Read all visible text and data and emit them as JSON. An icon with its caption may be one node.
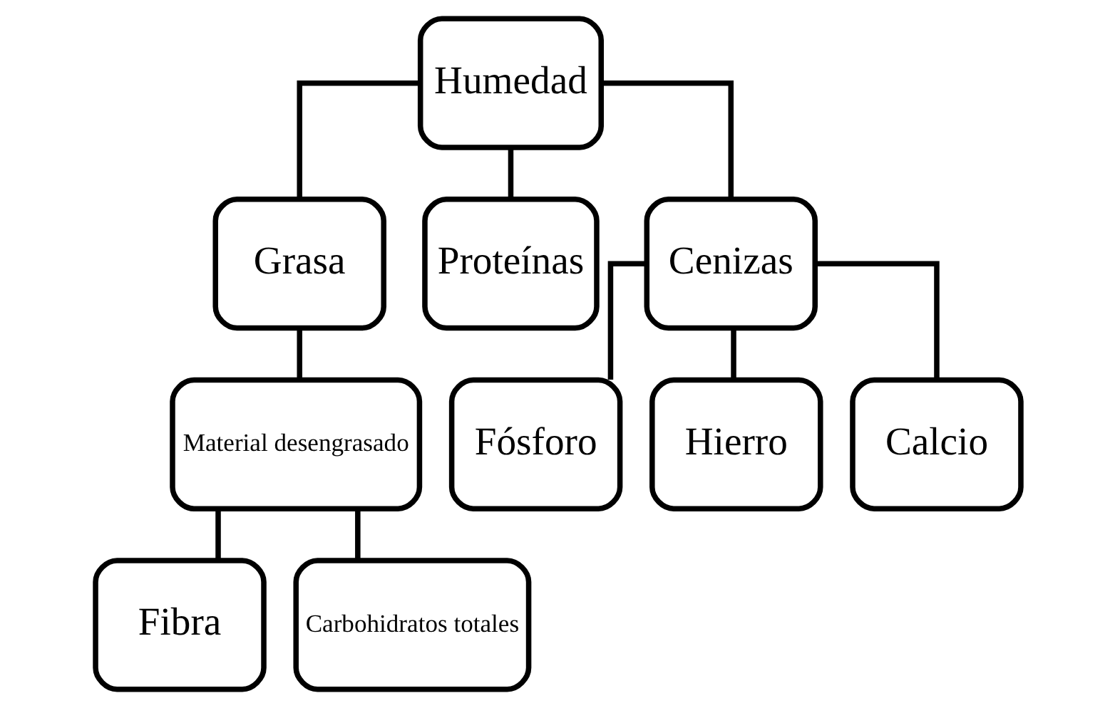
{
  "diagram": {
    "nodes": [
      {
        "text": [
          "Humedad"
        ]
      },
      {
        "text": [
          "Grasa"
        ]
      },
      {
        "text": [
          "Proteínas"
        ]
      },
      {
        "text": [
          "Cenizas"
        ]
      },
      {
        "text": [
          "Material desengrasado"
        ]
      },
      {
        "text": [
          "Fósforo"
        ]
      },
      {
        "text": [
          "Hierro"
        ]
      },
      {
        "text": [
          "Calcio"
        ]
      },
      {
        "text": [
          "Fibra"
        ]
      },
      {
        "text": [
          "Carbohidratos totales"
        ]
      }
    ],
    "edges": [
      {
        "from": 0,
        "to": 1,
        "arrow": "none"
      },
      {
        "from": 0,
        "to": 2,
        "arrow": "none"
      },
      {
        "from": 0,
        "to": 3,
        "arrow": "none"
      },
      {
        "from": 1,
        "to": 4,
        "arrow": "none"
      },
      {
        "from": 3,
        "to": 5,
        "arrow": "none"
      },
      {
        "from": 3,
        "to": 6,
        "arrow": "none"
      },
      {
        "from": 3,
        "to": 7,
        "arrow": "none"
      },
      {
        "from": 4,
        "to": 8,
        "arrow": "none"
      },
      {
        "from": 4,
        "to": 9,
        "arrow": "none"
      }
    ]
  }
}
